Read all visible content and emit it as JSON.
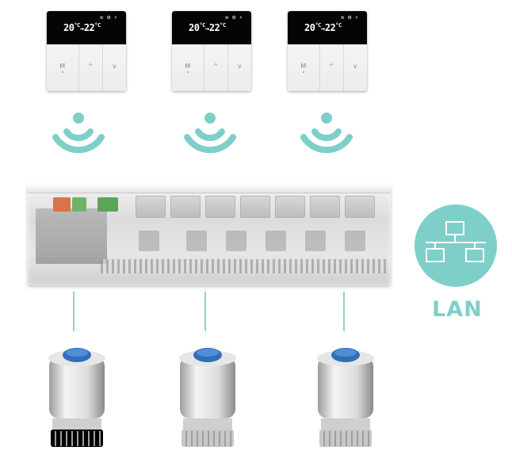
{
  "thermostats": [
    {
      "current": "20",
      "unit": "°C",
      "separator": "→",
      "target": "22",
      "target_unit": "°C",
      "status": "≋ ⚙ ⚡",
      "key_mode": "M",
      "key_up": "^",
      "key_down": "v"
    },
    {
      "current": "20",
      "unit": "°C",
      "separator": "→",
      "target": "22",
      "target_unit": "°C",
      "status": "≋ ⚙ ⚡",
      "key_mode": "M",
      "key_up": "^",
      "key_down": "v"
    },
    {
      "current": "20",
      "unit": "°C",
      "separator": "→",
      "target": "22",
      "target_unit": "°C",
      "status": "≋ ⚙ ⚡",
      "key_mode": "M",
      "key_up": "^",
      "key_down": "v"
    }
  ],
  "lan": {
    "label": "LAN",
    "icon": "network-icon"
  },
  "colors": {
    "accent": "#7fcfc9",
    "line": "#8dd4cd",
    "actuator_cap": "#2f6fb7"
  }
}
